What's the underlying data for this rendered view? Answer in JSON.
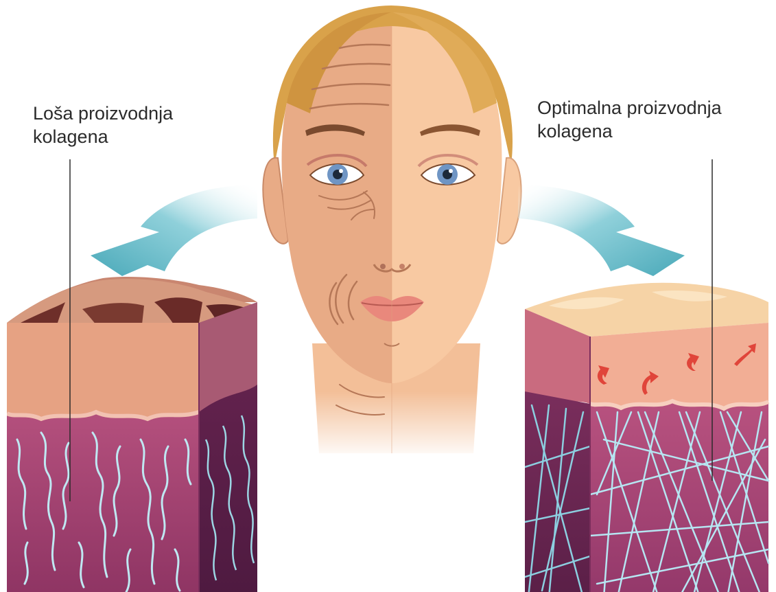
{
  "labels": {
    "left": {
      "line1": "Loša proizvodnja",
      "line2": "kolagena"
    },
    "right": {
      "line1": "Optimalna proizvodnja",
      "line2": "kolagena"
    }
  },
  "colors": {
    "skin_aged": "#e8ab86",
    "skin_young": "#f8c9a2",
    "hair": "#d9a24a",
    "arrow": "#5fb8c6",
    "dermis": "#9c3f6e",
    "collagen_fiber": "#a9e3ef",
    "epidermis_bad": "#d98f72",
    "epidermis_good": "#f6cf9f"
  },
  "icons": {
    "left_arrow": "curved-arrow-down-left-icon",
    "right_arrow": "curved-arrow-down-right-icon"
  }
}
